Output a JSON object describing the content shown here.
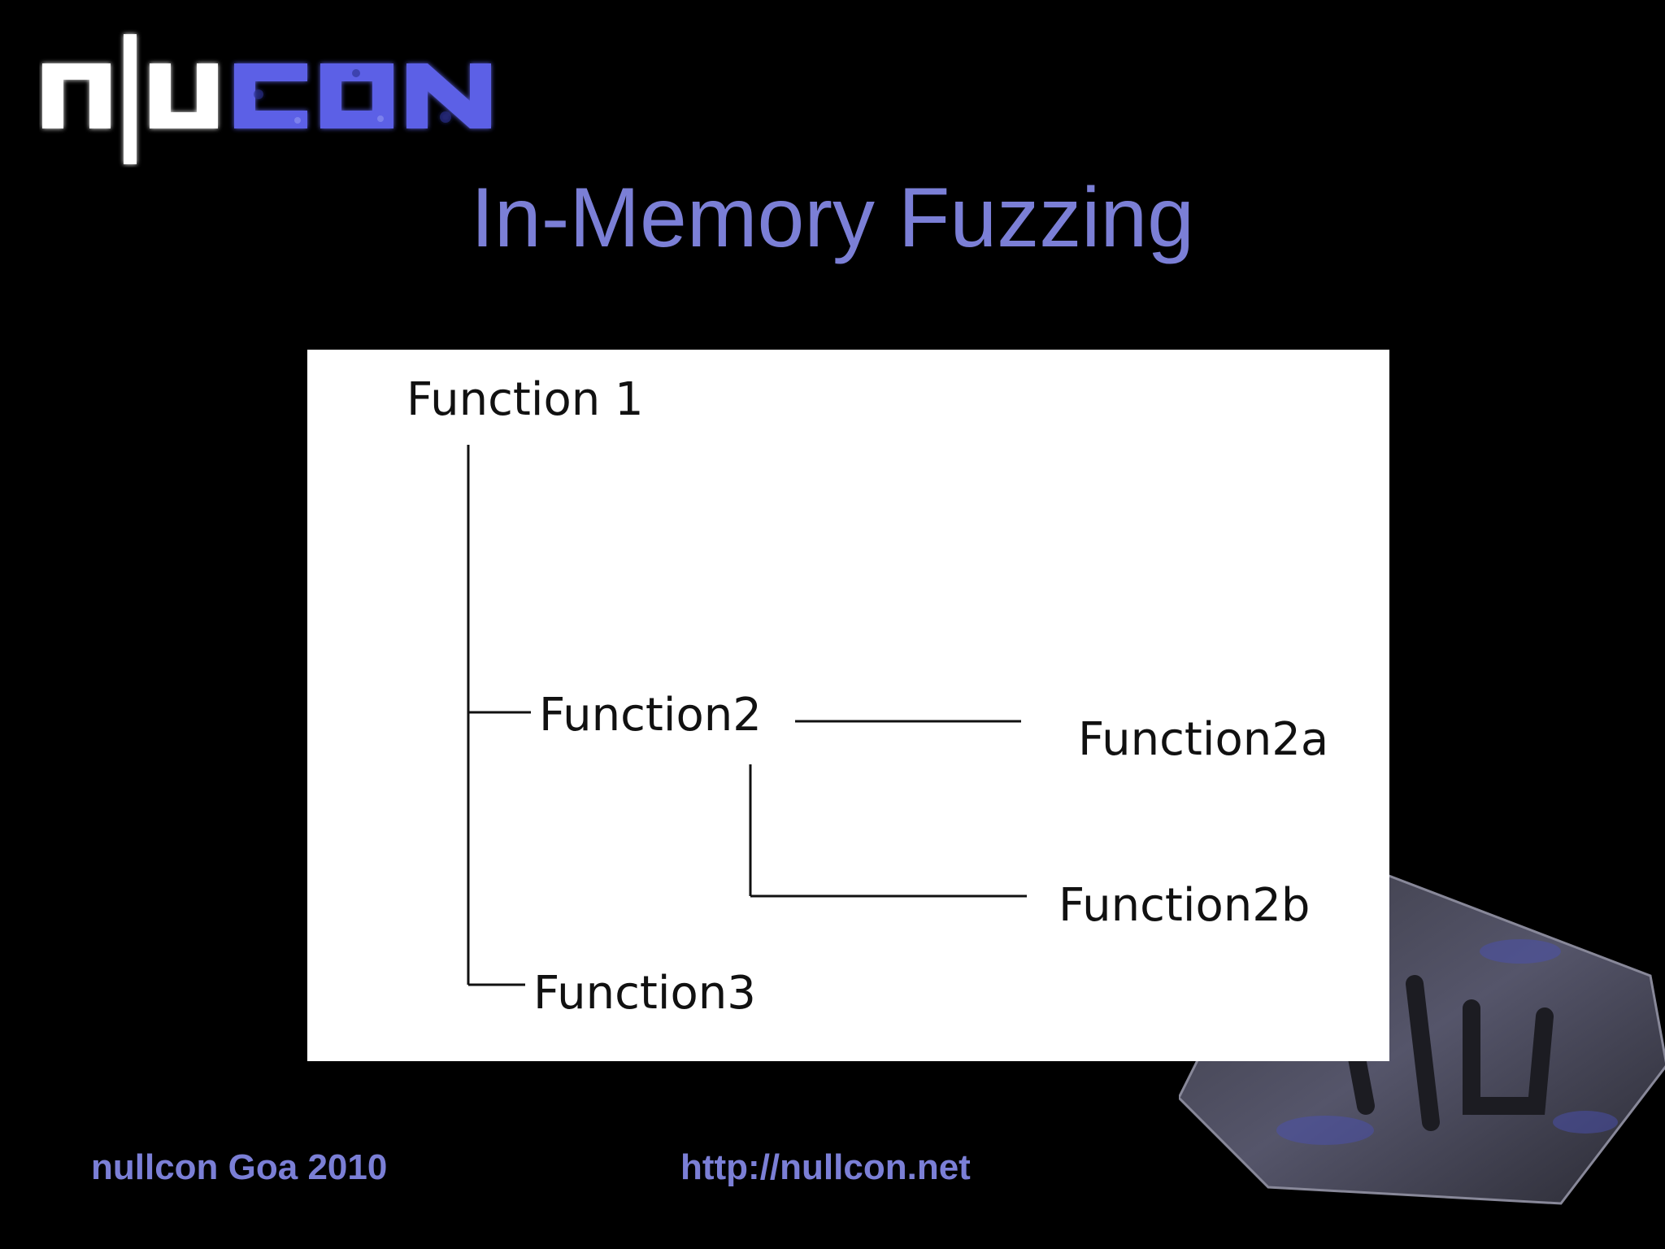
{
  "logo": {
    "text": "n|ucon",
    "color": "#6b70e8"
  },
  "slide": {
    "title": "In-Memory Fuzzing"
  },
  "diagram": {
    "nodes": {
      "function1": "Function 1",
      "function2": "Function2",
      "function2a": "Function2a",
      "function2b": "Function2b",
      "function3": "Function3"
    },
    "edges": [
      {
        "from": "Function 1",
        "to": "Function2"
      },
      {
        "from": "Function 1",
        "to": "Function3"
      },
      {
        "from": "Function2",
        "to": "Function2a"
      },
      {
        "from": "Function2",
        "to": "Function2b"
      }
    ]
  },
  "footer": {
    "event": "nullcon Goa 2010",
    "url": "http://nullcon.net"
  },
  "colors": {
    "background": "#000000",
    "accent": "#7b7fd6",
    "diagram_background": "#ffffff",
    "line": "#111111"
  }
}
